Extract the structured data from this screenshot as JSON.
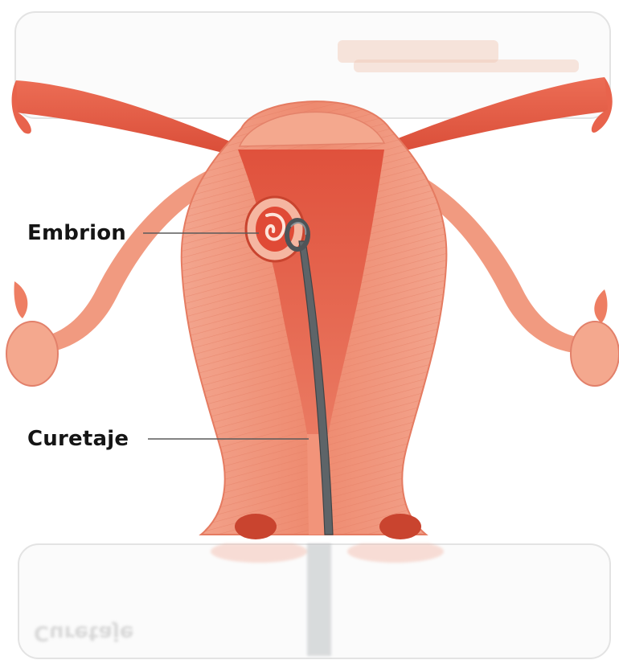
{
  "labels": {
    "embrion": "Embrion",
    "curetaje": "Curetaje"
  },
  "colors": {
    "tissue": "#f0866c",
    "tissue_dark": "#d9523c",
    "cavity": "#e2553f",
    "tube": "#e8634c",
    "instrument": "#5e6468",
    "background": "#ffffff"
  },
  "icons": {
    "uterus": "uterus-illustration",
    "curette": "curette-instrument",
    "embryo": "embryo-illustration"
  }
}
